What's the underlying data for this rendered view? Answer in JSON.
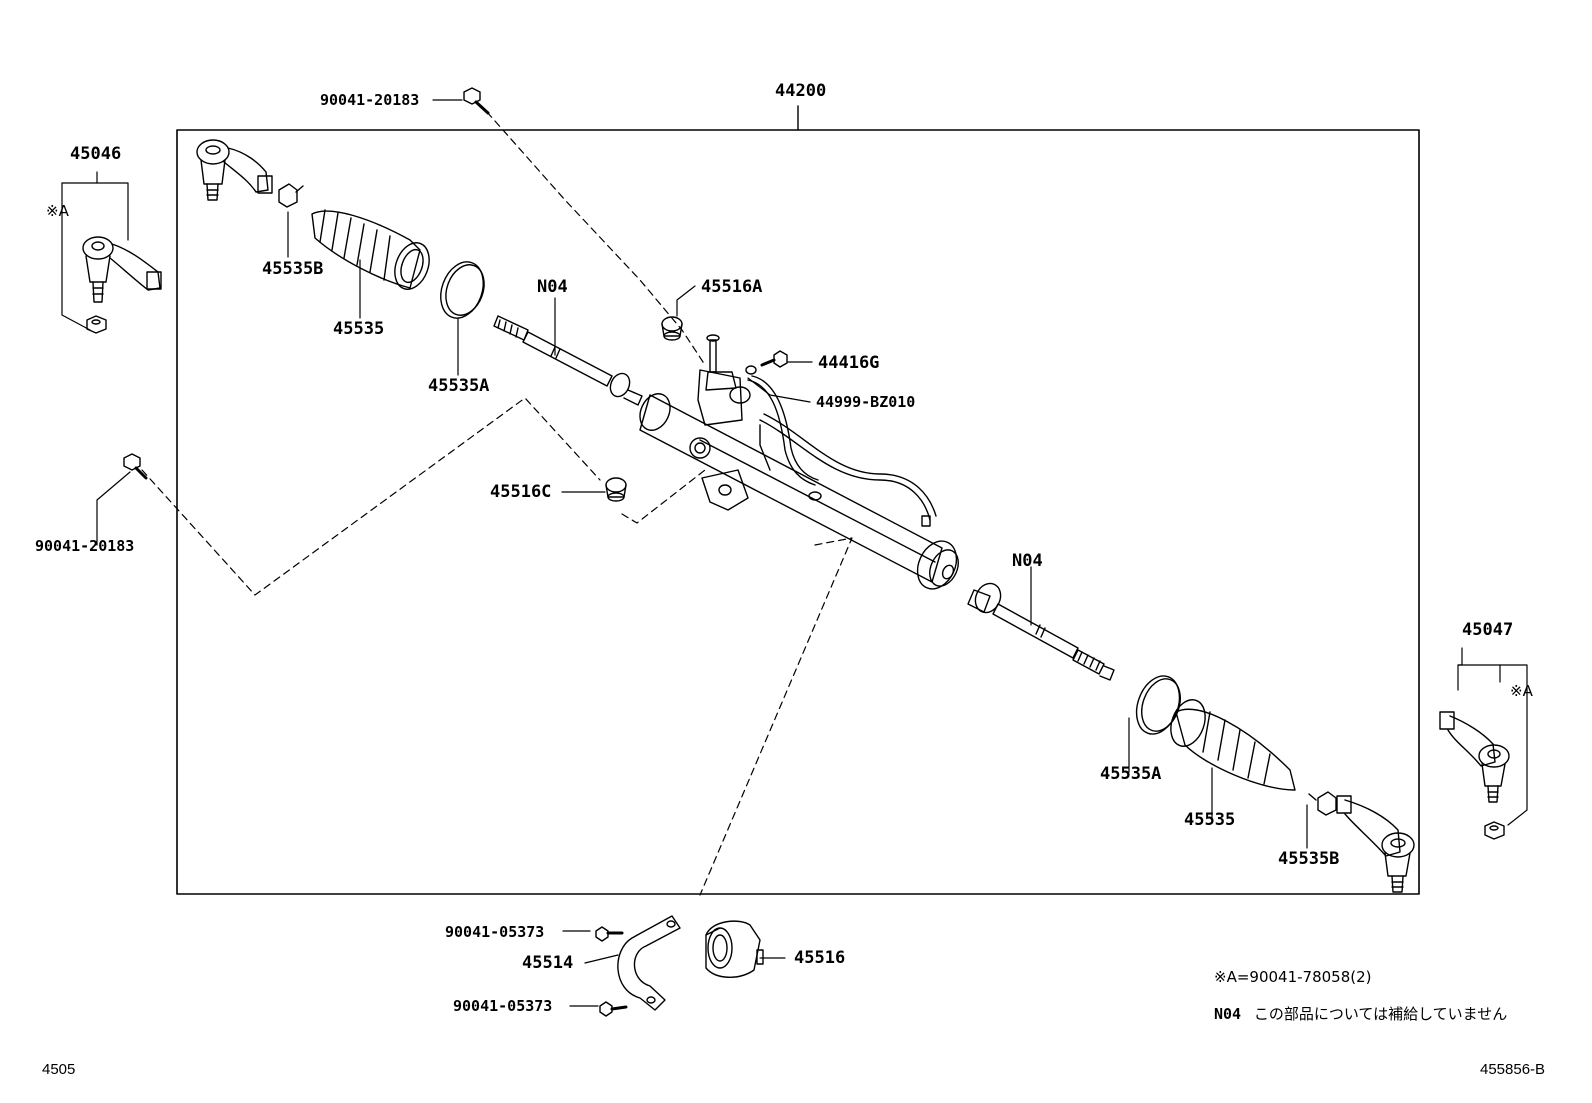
{
  "assembly_label": "44200",
  "labels": {
    "bolt_top": "90041-20183",
    "bolt_left": "90041-20183",
    "tie_rod_end_lh": "45046",
    "tie_rod_end_rh": "45047",
    "mark_a_left": "※A",
    "mark_a_right": "※A",
    "clip_left": "45535B",
    "boot_left": "45535",
    "clamp_left": "45535A",
    "rod_left": "N04",
    "grommet_a": "45516A",
    "pipe_bolt": "44416G",
    "pipe_set": "44999-BZ010",
    "grommet_c": "45516C",
    "rod_right": "N04",
    "clamp_right": "45535A",
    "boot_right": "45535",
    "clip_right": "45535B",
    "bracket_bolt_1": "90041-05373",
    "bracket": "45514",
    "bracket_bolt_2": "90041-05373",
    "grommet": "45516"
  },
  "notes": {
    "note_a": "※A=90041-78058(2)",
    "n04_code": "N04",
    "n04_text": "この部品については補給していません"
  },
  "footer": {
    "left": "4505",
    "right": "455856-B"
  }
}
